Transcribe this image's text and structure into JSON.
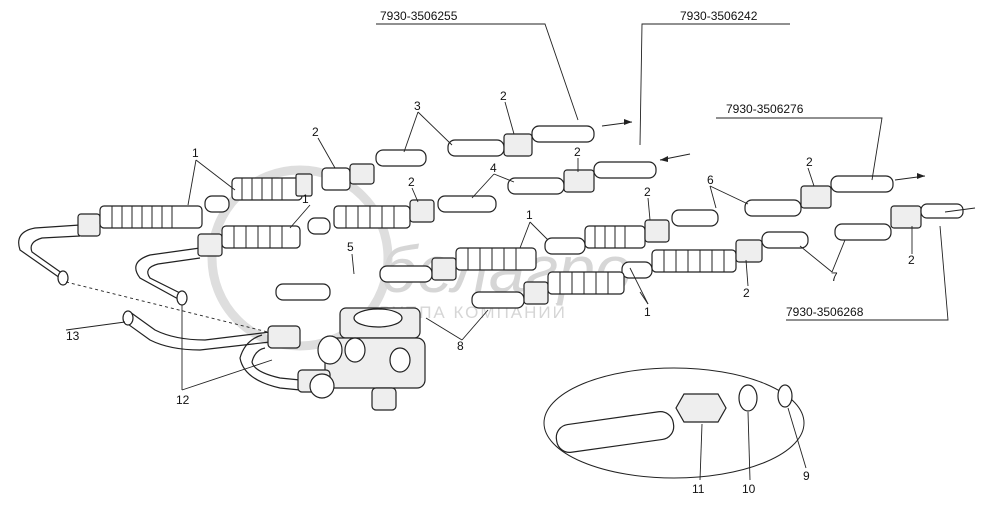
{
  "part_codes": {
    "p1": "7930-3506255",
    "p2": "7930-3506242",
    "p3": "7930-3506276",
    "p4": "7930-3506268"
  },
  "callouts": {
    "c1a": "1",
    "c1b": "1",
    "c1c": "1",
    "c1d": "1",
    "c2a": "2",
    "c2b": "2",
    "c2c": "2",
    "c2d": "2",
    "c2e": "2",
    "c2f": "2",
    "c2g": "2",
    "c2h": "2",
    "c3": "3",
    "c4": "4",
    "c5": "5",
    "c6": "6",
    "c7": "7",
    "c8": "8",
    "c9": "9",
    "c10": "10",
    "c11": "11",
    "c12": "12",
    "c13": "13"
  },
  "watermark": {
    "brand": "белагро",
    "tagline": "ГРУППА КОМПАНИЙ"
  },
  "colors": {
    "ink": "#222222",
    "watermark": "#d6d6d6"
  }
}
